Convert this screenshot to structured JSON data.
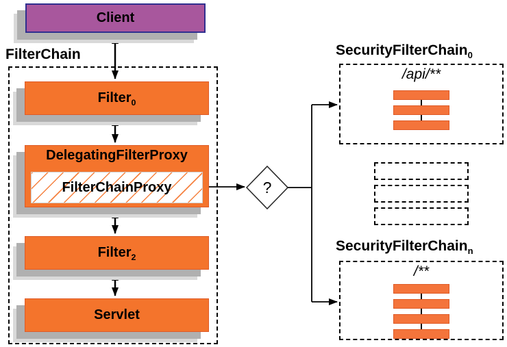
{
  "diagram": {
    "client": {
      "label": "Client"
    },
    "filter_chain": {
      "label": "FilterChain",
      "filter_top": {
        "base": "Filter",
        "sub": "0"
      },
      "delegating_filter_proxy": {
        "label": "DelegatingFilterProxy"
      },
      "filter_chain_proxy": {
        "label": "FilterChainProxy"
      },
      "filter_bottom": {
        "base": "Filter",
        "sub": "2"
      },
      "servlet": {
        "label": "Servlet"
      }
    },
    "decision": {
      "label": "?"
    },
    "chains": {
      "top": {
        "title_base": "SecurityFilterChain",
        "title_sub": "0",
        "url_pattern": "/api/**",
        "filter_count": 3
      },
      "ellipsis_count": 3,
      "bottom": {
        "title_base": "SecurityFilterChain",
        "title_sub": "n",
        "url_pattern": "/**",
        "filter_count": 4
      }
    },
    "colors": {
      "box_orange": "#F4742C",
      "bar_orange": "#F4743B",
      "bar_border": "#DE5B28",
      "client_purple": "#A8579D",
      "client_border": "#2F2F8F",
      "shadow_dark": "#B0B0B0",
      "shadow_light": "#D9D9D9",
      "line_black": "#000000"
    }
  }
}
